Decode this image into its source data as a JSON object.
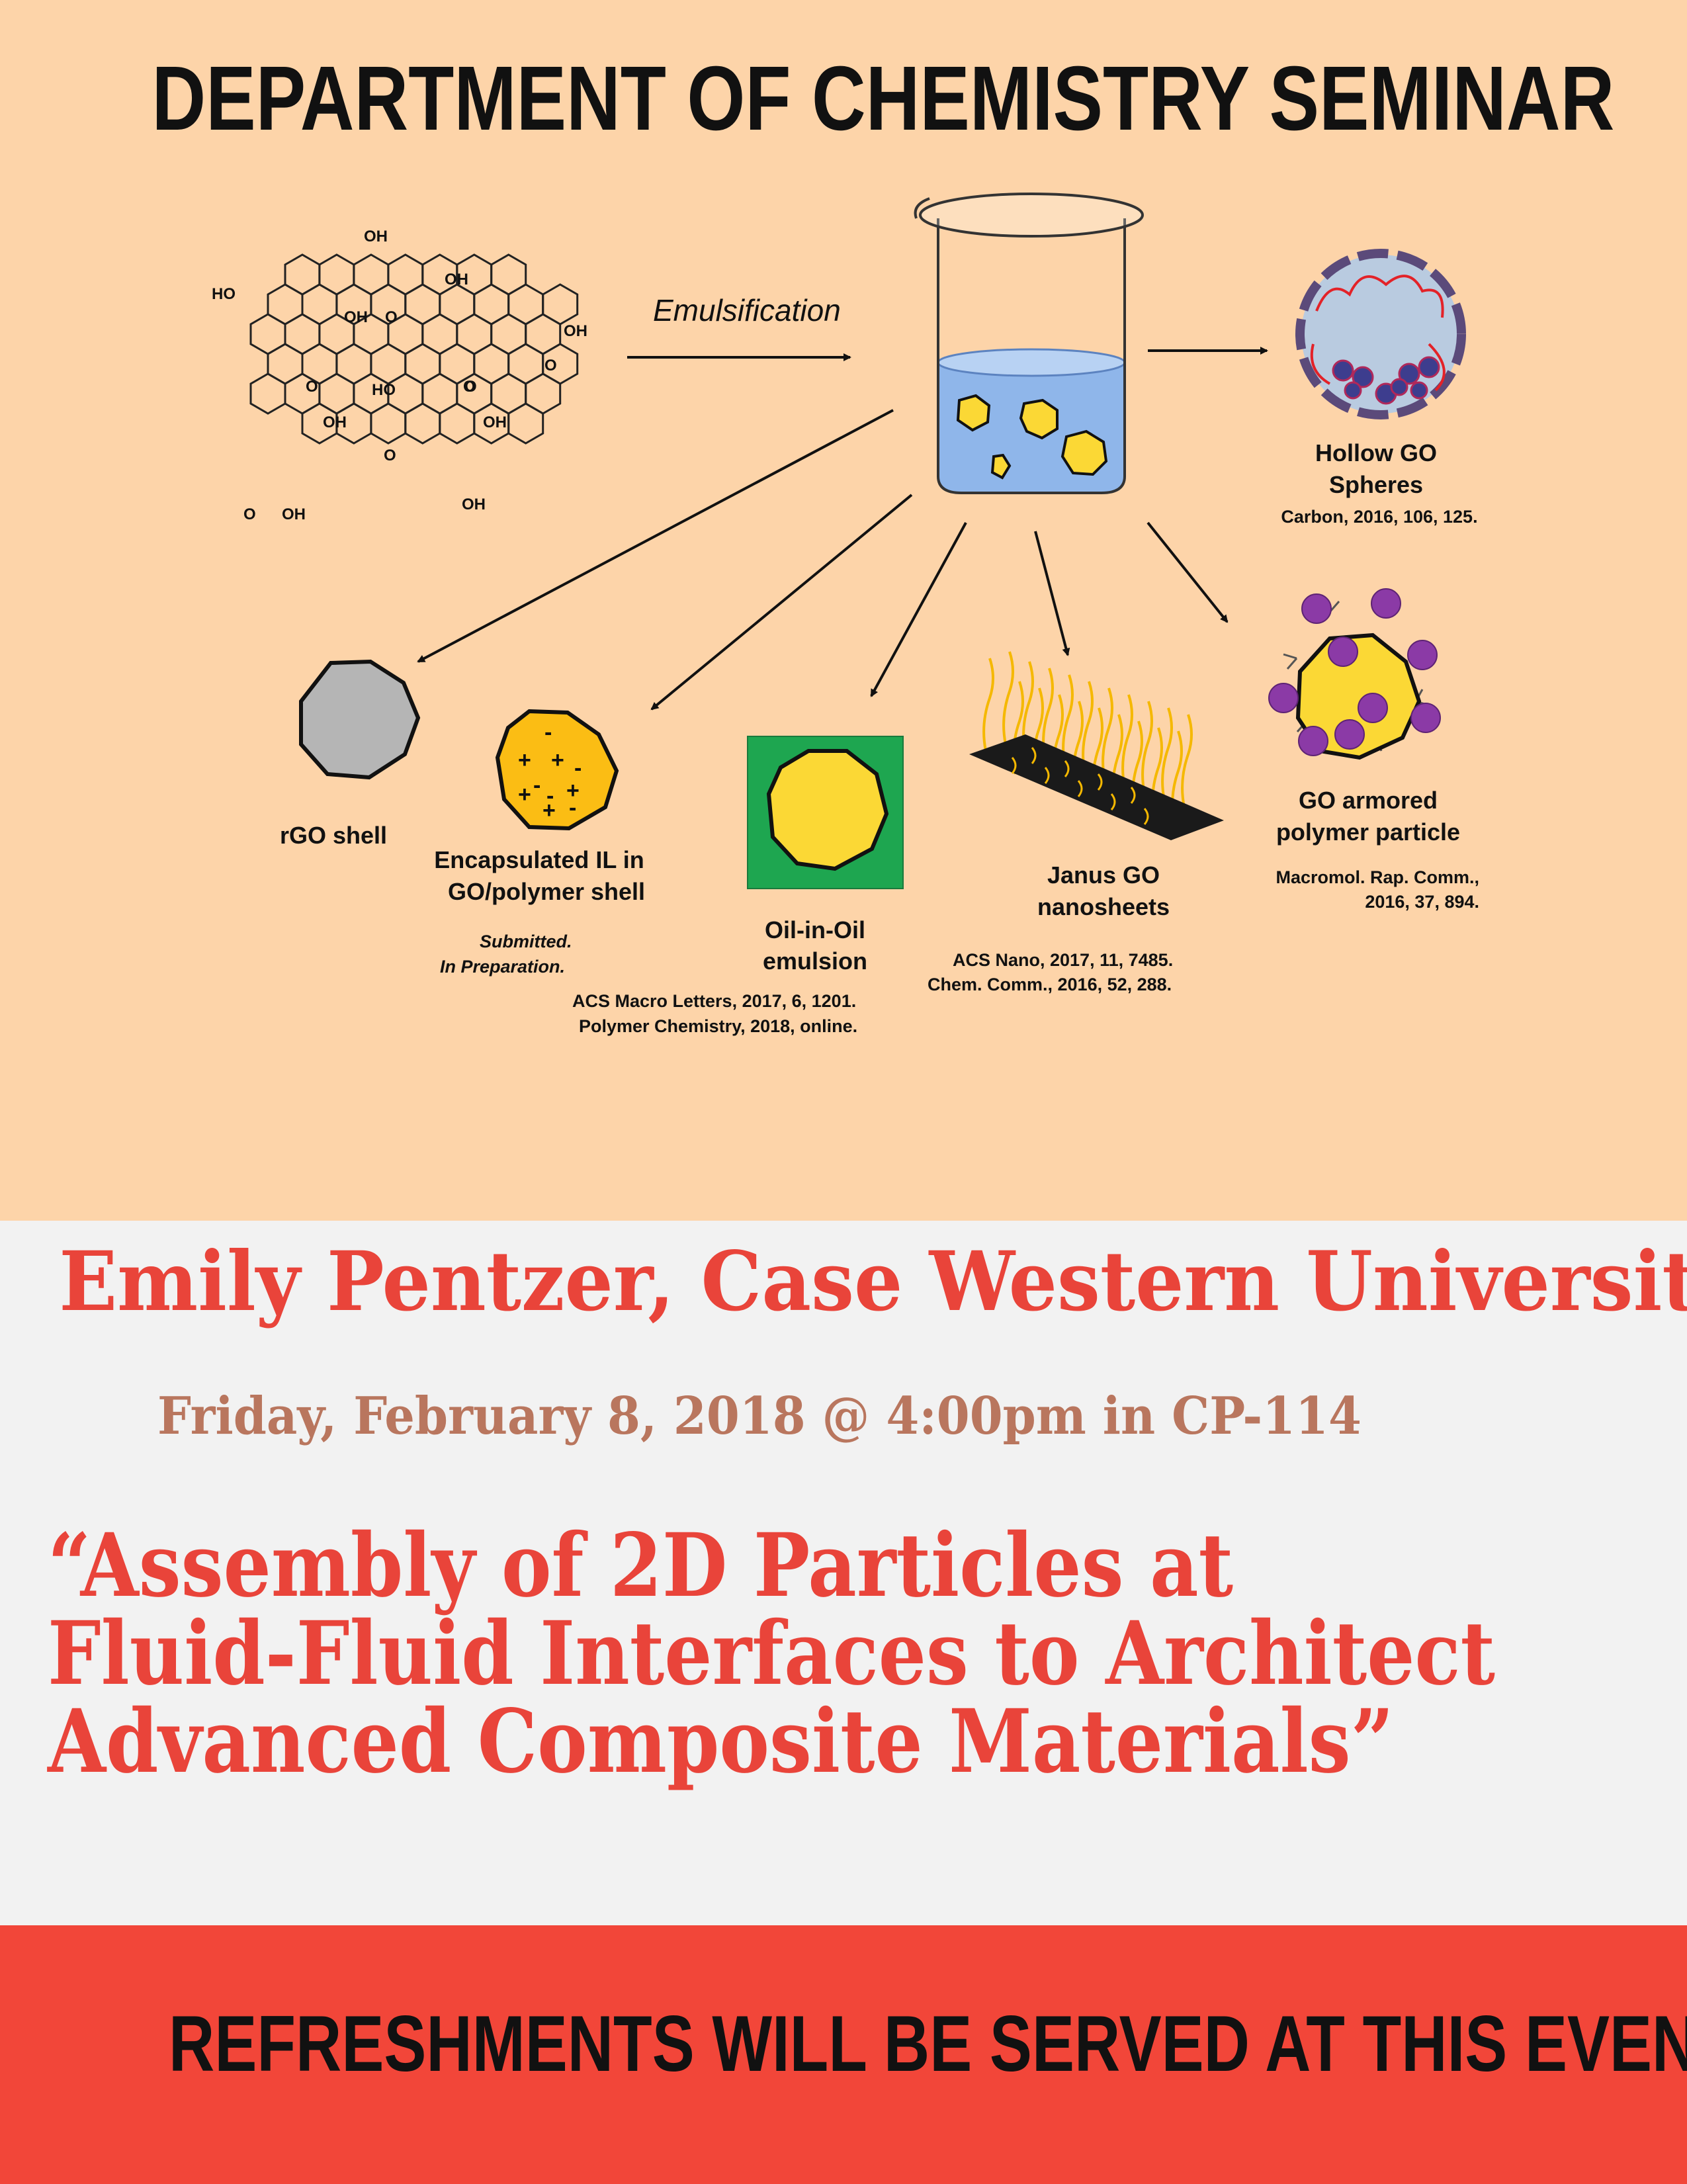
{
  "header": {
    "title": "DEPARTMENT OF CHEMISTRY SEMINAR"
  },
  "diagram": {
    "process_label": "Emulsification",
    "molecule_groups": [
      "OH",
      "HO",
      "OH",
      "OH",
      "O",
      "OH",
      "O",
      "O",
      "O",
      "HO",
      "O",
      "OH",
      "OH",
      "O",
      "OH",
      "O",
      "OH"
    ],
    "products": [
      {
        "label_lines": [
          "Hollow GO",
          "Spheres"
        ],
        "ref_lines": [
          "Carbon, 2016, 106, 125."
        ]
      },
      {
        "label_lines": [
          "rGO shell"
        ],
        "ref_lines": []
      },
      {
        "label_lines": [
          "Encapsulated IL in",
          "GO/polymer shell"
        ],
        "ref_lines": [
          "Submitted.",
          "In Preparation."
        ]
      },
      {
        "label_lines": [
          "Oil-in-Oil",
          "emulsion"
        ],
        "ref_lines": [
          "ACS Macro Letters, 2017, 6, 1201.",
          "Polymer Chemistry, 2018, online."
        ]
      },
      {
        "label_lines": [
          "Janus GO",
          "nanosheets"
        ],
        "ref_lines": [
          "ACS Nano, 2017, 11, 7485.",
          "Chem. Comm., 2016, 52, 288."
        ]
      },
      {
        "label_lines": [
          "GO armored",
          "polymer particle"
        ],
        "ref_lines": [
          "Macromol. Rap. Comm.,",
          "2016, 37, 894."
        ]
      }
    ],
    "ion_signs": [
      "-",
      "+",
      "+",
      "-",
      "+",
      "-",
      "-",
      "+",
      "+",
      "-"
    ]
  },
  "speaker": {
    "line": "Emily Pentzer, Case Western University"
  },
  "event": {
    "when": "Friday, February 8, 2018 @ 4:00pm in CP-114"
  },
  "talk": {
    "title_lines": [
      "“Assembly of 2D Particles at",
      "Fluid-Fluid Interfaces to Architect",
      "Advanced Composite Materials”"
    ]
  },
  "footer": {
    "text": "REFRESHMENTS WILL BE SERVED AT THIS EVENT"
  },
  "colors": {
    "peach": "#fdd4a9",
    "light_gray": "#f2f2f2",
    "red": "#f24639",
    "title_red": "#e9443a",
    "brown": "#b9765e",
    "yellow": "#fbd835",
    "green": "#1ea650",
    "purple": "#8b3aa6"
  }
}
